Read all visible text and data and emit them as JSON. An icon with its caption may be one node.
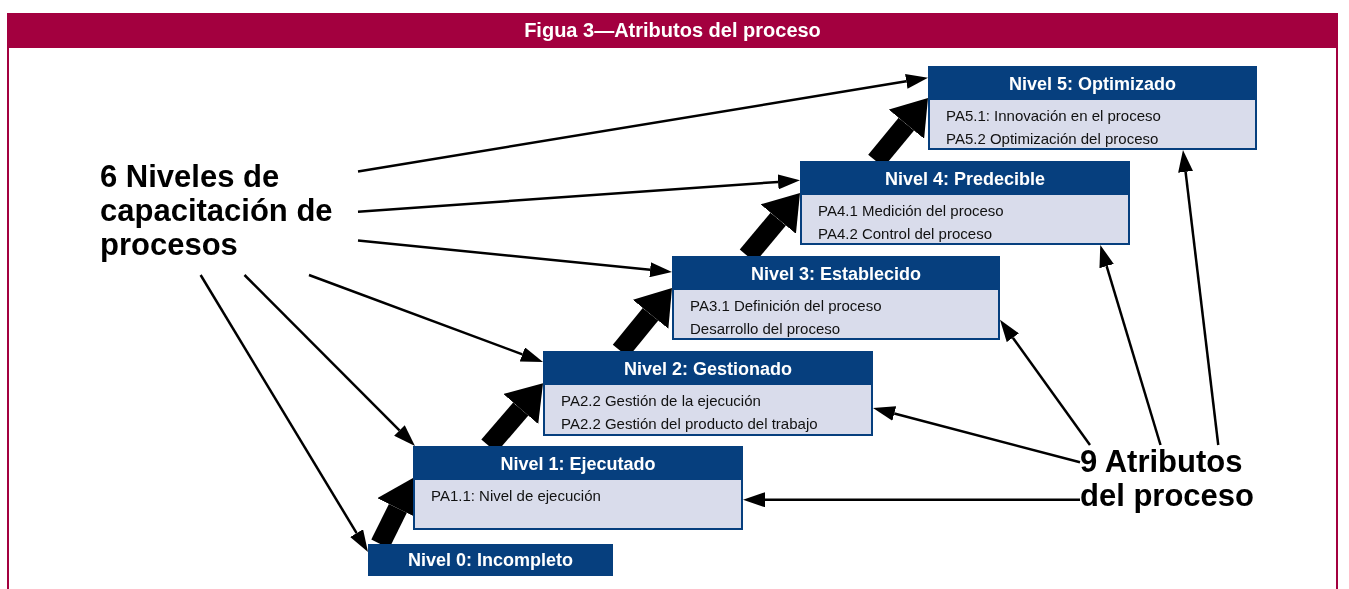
{
  "diagram": {
    "title": "Figua 3—Atributos del proceso",
    "nodes": [
      {
        "text": [
          "6 Niveles de capacitación de procesos"
        ]
      },
      {
        "text": [
          "Nivel 5: Optimizado",
          "PA5.1: Innovación en el proceso",
          "PA5.2 Optimización del proceso"
        ]
      },
      {
        "text": [
          "Nivel 4: Predecible",
          "PA4.1 Medición del proceso",
          "PA4.2 Control del proceso"
        ]
      },
      {
        "text": [
          "Nivel 3: Establecido",
          "PA3.1 Definición del proceso",
          "Desarrollo del proceso"
        ]
      },
      {
        "text": [
          "Nivel 2: Gestionado",
          "PA2.2 Gestión de la ejecución",
          "PA2.2 Gestión del producto del trabajo"
        ]
      },
      {
        "text": [
          "Nivel 1: Ejecutado",
          "PA1.1: Nivel de ejecución"
        ]
      },
      {
        "text": [
          "Nivel 0: Incompleto"
        ]
      },
      {
        "text": [
          "9 Atributos del proceso"
        ]
      }
    ],
    "edges": [
      {
        "from": 0,
        "to": 1,
        "arrow": "to"
      },
      {
        "from": 0,
        "to": 2,
        "arrow": "to"
      },
      {
        "from": 0,
        "to": 3,
        "arrow": "to"
      },
      {
        "from": 0,
        "to": 4,
        "arrow": "to"
      },
      {
        "from": 0,
        "to": 5,
        "arrow": "to"
      },
      {
        "from": 0,
        "to": 6,
        "arrow": "to"
      },
      {
        "from": 7,
        "to": 1,
        "arrow": "to"
      },
      {
        "from": 7,
        "to": 2,
        "arrow": "to"
      },
      {
        "from": 7,
        "to": 3,
        "arrow": "to"
      },
      {
        "from": 7,
        "to": 4,
        "arrow": "to"
      },
      {
        "from": 7,
        "to": 5,
        "arrow": "to"
      },
      {
        "from": 6,
        "to": 5,
        "arrow": "to",
        "style": "thick"
      },
      {
        "from": 5,
        "to": 4,
        "arrow": "to",
        "style": "thick"
      },
      {
        "from": 4,
        "to": 3,
        "arrow": "to",
        "style": "thick"
      },
      {
        "from": 3,
        "to": 2,
        "arrow": "to",
        "style": "thick"
      },
      {
        "from": 2,
        "to": 1,
        "arrow": "to",
        "style": "thick"
      }
    ]
  }
}
